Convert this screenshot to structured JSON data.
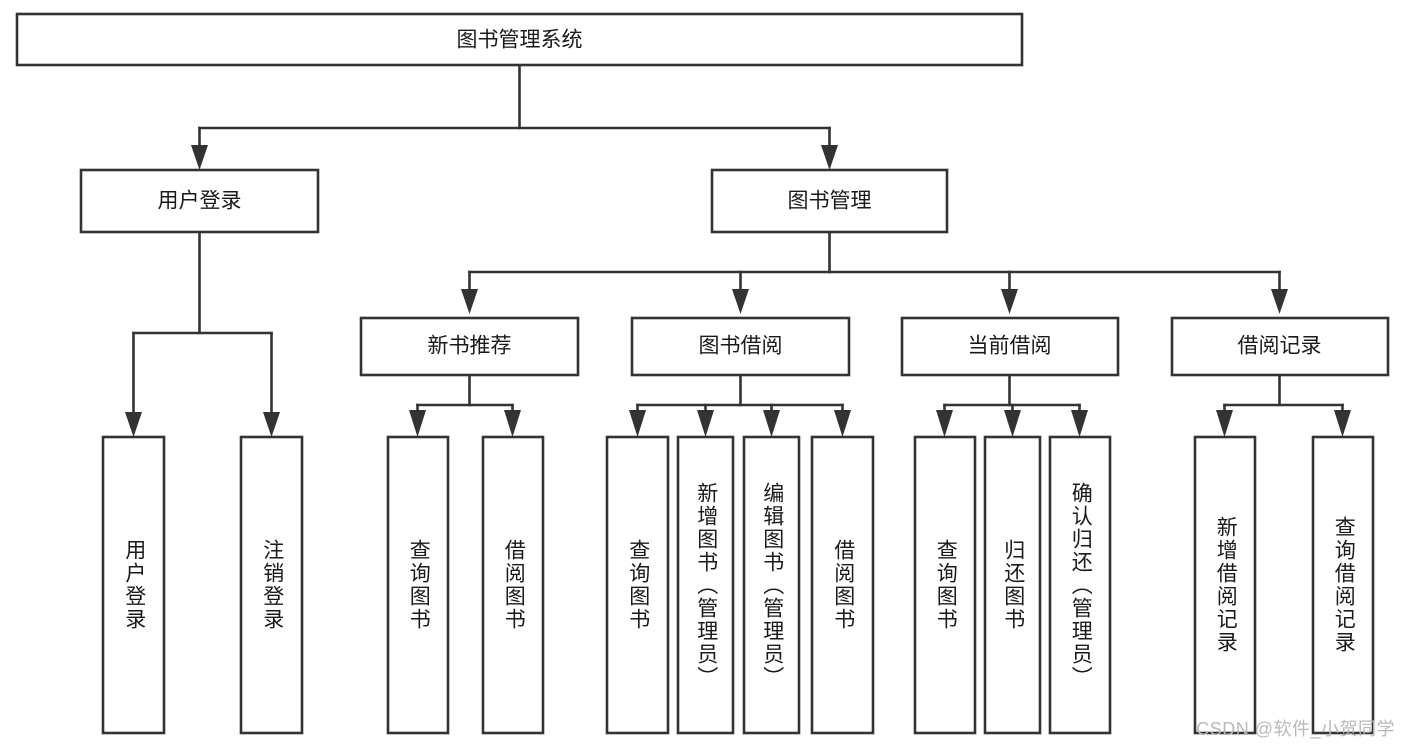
{
  "diagram": {
    "type": "tree",
    "title": "图书管理系统",
    "orientation": "top-down",
    "watermark": "CSDN @软件_小贺同学",
    "colors": {
      "box_fill": "#ffffff",
      "box_stroke": "#333333",
      "text": "#1a1a1a",
      "watermark": "#b9b9b9",
      "background": "#ffffff"
    },
    "root": {
      "id": "root",
      "label": "图书管理系统",
      "orientation": "horizontal"
    },
    "level2": [
      {
        "id": "user-login",
        "label": "用户登录",
        "orientation": "horizontal"
      },
      {
        "id": "book-management",
        "label": "图书管理",
        "orientation": "horizontal"
      }
    ],
    "level3": [
      {
        "id": "new-book-recommend",
        "label": "新书推荐",
        "orientation": "horizontal",
        "parent": "book-management"
      },
      {
        "id": "book-borrow",
        "label": "图书借阅",
        "orientation": "horizontal",
        "parent": "book-management"
      },
      {
        "id": "current-borrow",
        "label": "当前借阅",
        "orientation": "horizontal",
        "parent": "book-management"
      },
      {
        "id": "borrow-record",
        "label": "借阅记录",
        "orientation": "horizontal",
        "parent": "book-management"
      }
    ],
    "leaves": [
      {
        "id": "leaf-user-login",
        "label": "用户登录",
        "parent": "user-login",
        "orientation": "vertical"
      },
      {
        "id": "leaf-user-logout",
        "label": "注销登录",
        "parent": "user-login",
        "orientation": "vertical"
      },
      {
        "id": "leaf-query-book-1",
        "label": "查询图书",
        "parent": "new-book-recommend",
        "orientation": "vertical"
      },
      {
        "id": "leaf-borrow-book-1",
        "label": "借阅图书",
        "parent": "new-book-recommend",
        "orientation": "vertical"
      },
      {
        "id": "leaf-query-book-2",
        "label": "查询图书",
        "parent": "book-borrow",
        "orientation": "vertical"
      },
      {
        "id": "leaf-add-book",
        "label": "新增图书（管理员）",
        "parent": "book-borrow",
        "orientation": "vertical"
      },
      {
        "id": "leaf-edit-book",
        "label": "编辑图书（管理员）",
        "parent": "book-borrow",
        "orientation": "vertical"
      },
      {
        "id": "leaf-borrow-book-2",
        "label": "借阅图书",
        "parent": "book-borrow",
        "orientation": "vertical"
      },
      {
        "id": "leaf-query-book-3",
        "label": "查询图书",
        "parent": "current-borrow",
        "orientation": "vertical"
      },
      {
        "id": "leaf-return-book",
        "label": "归还图书",
        "parent": "current-borrow",
        "orientation": "vertical"
      },
      {
        "id": "leaf-confirm-return",
        "label": "确认归还（管理员）",
        "parent": "current-borrow",
        "orientation": "vertical"
      },
      {
        "id": "leaf-add-record",
        "label": "新增借阅记录",
        "parent": "borrow-record",
        "orientation": "vertical"
      },
      {
        "id": "leaf-query-record",
        "label": "查询借阅记录",
        "parent": "borrow-record",
        "orientation": "vertical"
      }
    ]
  }
}
